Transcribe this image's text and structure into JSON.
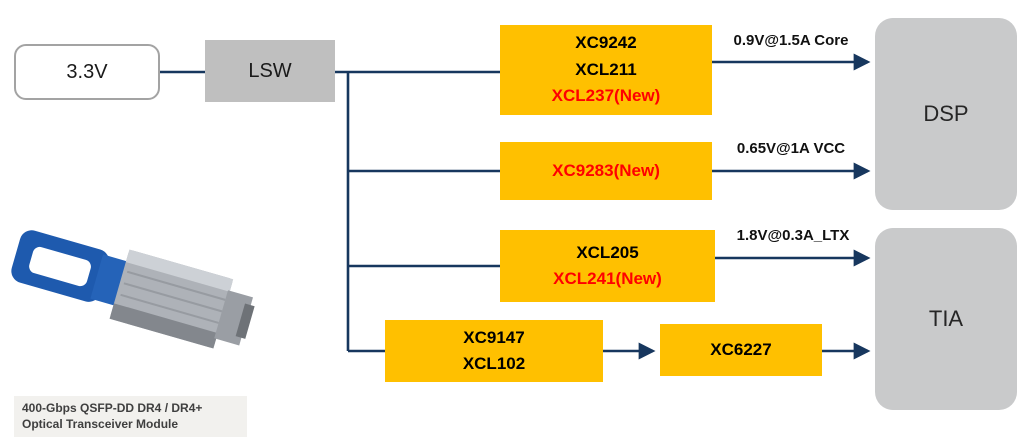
{
  "colors": {
    "regulator_orange": "#FFC000",
    "wire_navy": "#17375E",
    "new_part_red": "#FF0000",
    "switch_gray": "#BFBFBF",
    "chip_gray": "#C9CACB"
  },
  "diagram": {
    "source_label": "3.3V",
    "switch_label": "LSW",
    "dsp_label": "DSP",
    "tia_label": "TIA",
    "regulator1": {
      "part1": "XC9242",
      "part2": "XCL211",
      "part3": "XCL237(New)"
    },
    "regulator2": {
      "part1": "XC9283(New)"
    },
    "regulator3": {
      "part1": "XCL205",
      "part2": "XCL241(New)"
    },
    "regulator4": {
      "part1": "XC9147",
      "part2": "XCL102"
    },
    "regulator5": {
      "part1": "XC6227"
    },
    "rails": {
      "core": "0.9V@1.5A Core",
      "vcc": "0.65V@1A VCC",
      "ltx": "1.8V@0.3A_LTX"
    }
  },
  "caption": {
    "line1": "400-Gbps QSFP-DD DR4 / DR4+",
    "line2": "Optical Transceiver Module"
  }
}
